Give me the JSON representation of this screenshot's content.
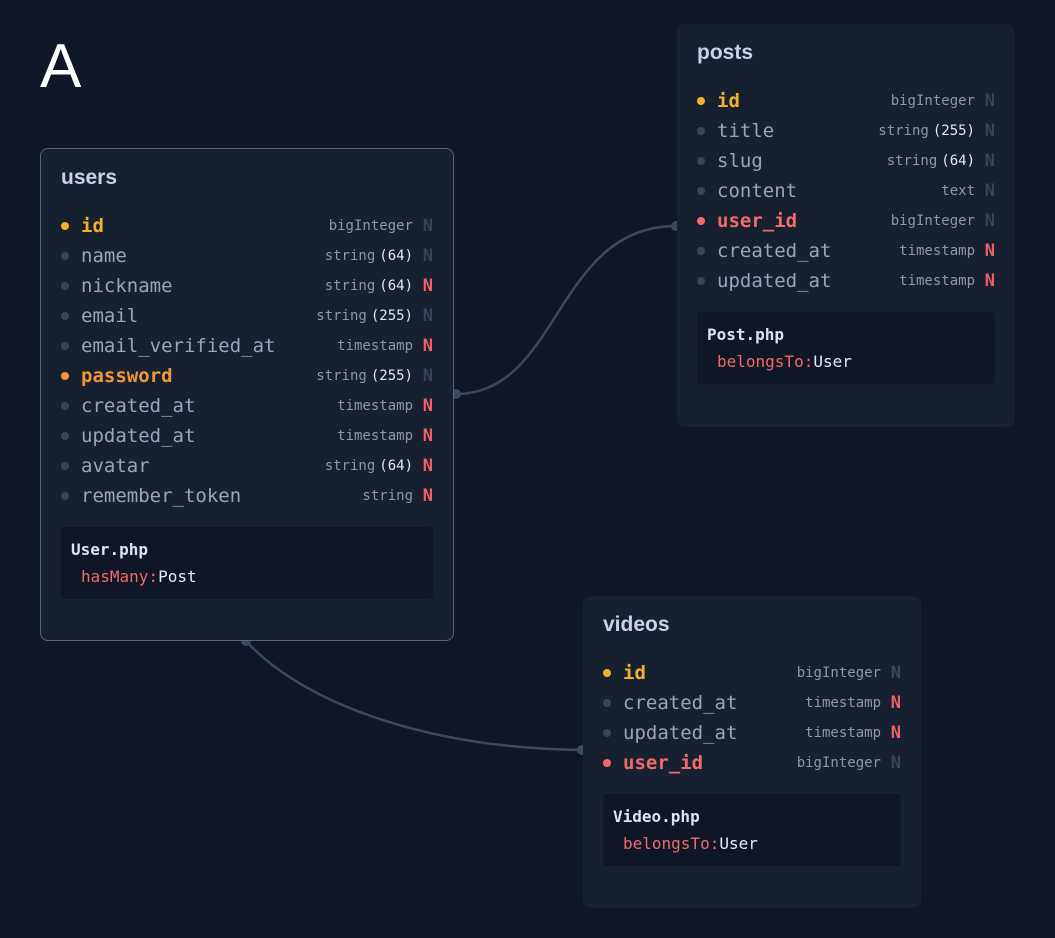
{
  "letter": "A",
  "tables": {
    "users": {
      "name": "users",
      "columns": [
        {
          "name": "id",
          "type": "bigInteger",
          "length": "",
          "nullable": false,
          "kind": "pk"
        },
        {
          "name": "name",
          "type": "string",
          "length": "(64)",
          "nullable": false,
          "kind": "normal"
        },
        {
          "name": "nickname",
          "type": "string",
          "length": "(64)",
          "nullable": true,
          "kind": "normal"
        },
        {
          "name": "email",
          "type": "string",
          "length": "(255)",
          "nullable": false,
          "kind": "normal"
        },
        {
          "name": "email_verified_at",
          "type": "timestamp",
          "length": "",
          "nullable": true,
          "kind": "normal"
        },
        {
          "name": "password",
          "type": "string",
          "length": "(255)",
          "nullable": false,
          "kind": "hidden"
        },
        {
          "name": "created_at",
          "type": "timestamp",
          "length": "",
          "nullable": true,
          "kind": "normal"
        },
        {
          "name": "updated_at",
          "type": "timestamp",
          "length": "",
          "nullable": true,
          "kind": "normal"
        },
        {
          "name": "avatar",
          "type": "string",
          "length": "(64)",
          "nullable": true,
          "kind": "normal"
        },
        {
          "name": "remember_token",
          "type": "string",
          "length": "",
          "nullable": true,
          "kind": "normal"
        }
      ],
      "model": {
        "file": "User.php",
        "relations": [
          {
            "kind": "hasMany:",
            "target": "Post"
          }
        ]
      }
    },
    "posts": {
      "name": "posts",
      "columns": [
        {
          "name": "id",
          "type": "bigInteger",
          "length": "",
          "nullable": false,
          "kind": "pk"
        },
        {
          "name": "title",
          "type": "string",
          "length": "(255)",
          "nullable": false,
          "kind": "normal"
        },
        {
          "name": "slug",
          "type": "string",
          "length": "(64)",
          "nullable": false,
          "kind": "normal"
        },
        {
          "name": "content",
          "type": "text",
          "length": "",
          "nullable": false,
          "kind": "normal"
        },
        {
          "name": "user_id",
          "type": "bigInteger",
          "length": "",
          "nullable": false,
          "kind": "fk"
        },
        {
          "name": "created_at",
          "type": "timestamp",
          "length": "",
          "nullable": true,
          "kind": "normal"
        },
        {
          "name": "updated_at",
          "type": "timestamp",
          "length": "",
          "nullable": true,
          "kind": "normal"
        }
      ],
      "model": {
        "file": "Post.php",
        "relations": [
          {
            "kind": "belongsTo:",
            "target": "User"
          }
        ]
      }
    },
    "videos": {
      "name": "videos",
      "columns": [
        {
          "name": "id",
          "type": "bigInteger",
          "length": "",
          "nullable": false,
          "kind": "pk"
        },
        {
          "name": "created_at",
          "type": "timestamp",
          "length": "",
          "nullable": true,
          "kind": "normal"
        },
        {
          "name": "updated_at",
          "type": "timestamp",
          "length": "",
          "nullable": true,
          "kind": "normal"
        },
        {
          "name": "user_id",
          "type": "bigInteger",
          "length": "",
          "nullable": false,
          "kind": "fk"
        }
      ],
      "model": {
        "file": "Video.php",
        "relations": [
          {
            "kind": "belongsTo:",
            "target": "User"
          }
        ]
      }
    }
  },
  "null_marker": "N",
  "colors": {
    "background": "#0f1727",
    "card": "#17202f",
    "primary_key": "#f2b12b",
    "foreign_key": "#f06b6b",
    "hidden": "#f2953b",
    "nullable": "#f25f6a",
    "link": "#3c4a5c"
  }
}
